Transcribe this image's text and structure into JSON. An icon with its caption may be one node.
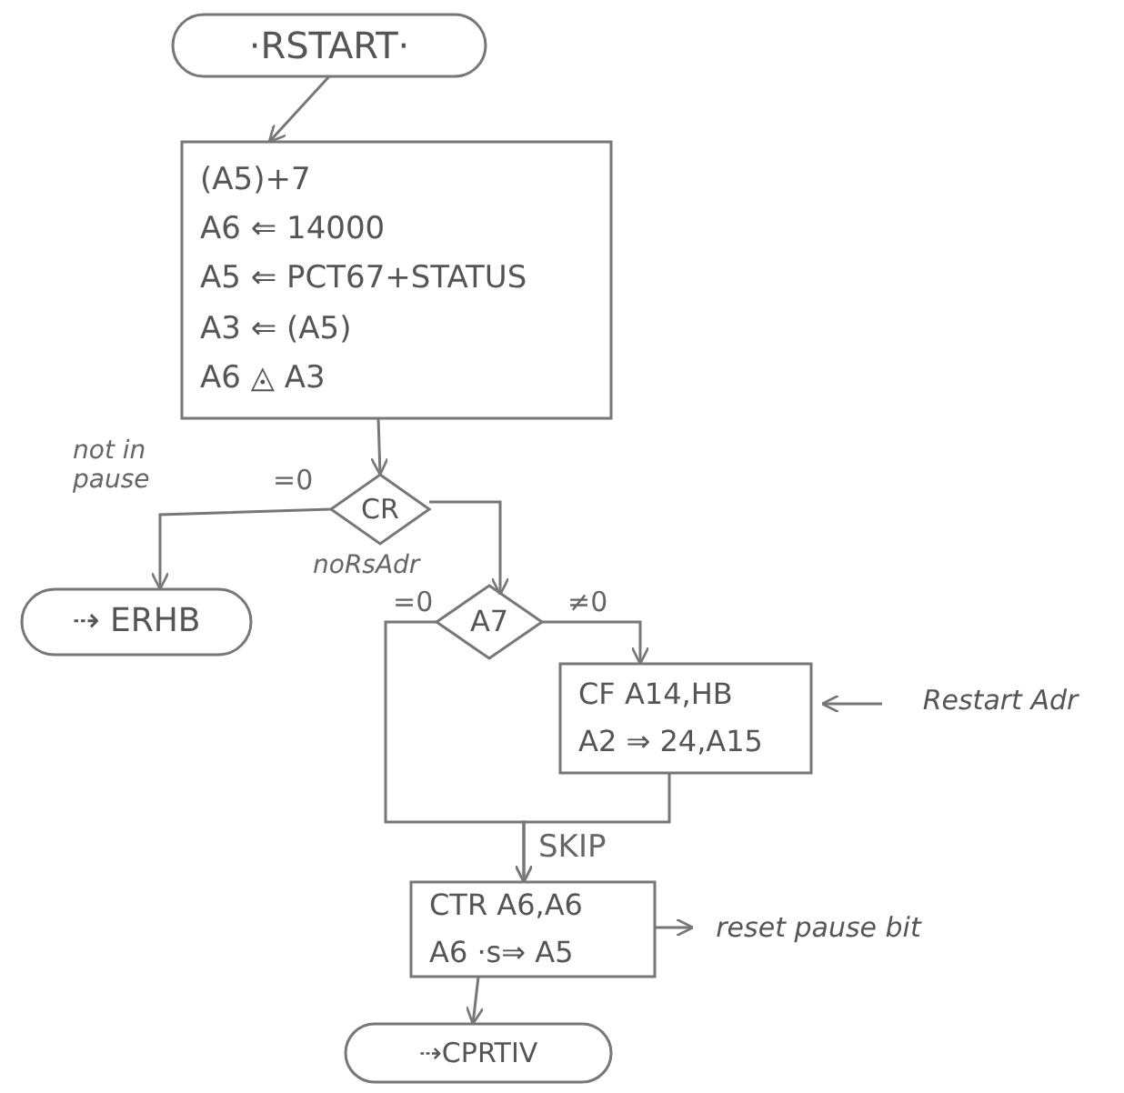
{
  "diagram": {
    "nodes": [
      {
        "text": [
          "·RSTART·"
        ]
      },
      {
        "text": [
          "(A5)+7",
          "A6 ⇐ 14000",
          "A5 ⇐ PCT67+STATUS",
          "A3 ⇐ (A5)",
          "A6 ◬ A3"
        ]
      },
      {
        "text": [
          "CR"
        ]
      },
      {
        "text": [
          "⇢ ERHB"
        ]
      },
      {
        "text": [
          "A7"
        ]
      },
      {
        "text": [
          "CF  A14,HB",
          "A2 ⇒ 24,A15"
        ]
      },
      {
        "text": [
          "Restart Adr"
        ]
      },
      {
        "text": [
          "CTR  A6,A6",
          "A6 ·s⇒ A5"
        ]
      },
      {
        "text": [
          "reset pause bit"
        ]
      },
      {
        "text": [
          "⇢CPRTIV"
        ]
      }
    ],
    "edges": [
      {
        "from": 0,
        "to": 1,
        "arrow": "to"
      },
      {
        "from": 1,
        "to": 2,
        "arrow": "to"
      },
      {
        "from": 2,
        "to": 3,
        "arrow": "to",
        "label": "=0"
      },
      {
        "from": 2,
        "to": 4,
        "arrow": "to"
      },
      {
        "from": 4,
        "to": 7,
        "arrow": "to",
        "label": "=0"
      },
      {
        "from": 5,
        "to": 7,
        "arrow": "to"
      },
      {
        "from": 4,
        "to": 5,
        "arrow": "to",
        "label": "≠0"
      },
      {
        "from": 6,
        "to": 5,
        "arrow": "to"
      },
      {
        "from": 7,
        "to": 8,
        "arrow": "to"
      },
      {
        "from": 7,
        "to": 9,
        "arrow": "to"
      }
    ],
    "labels": [
      "not in pause",
      "noRsAdr",
      "SKIP"
    ]
  }
}
